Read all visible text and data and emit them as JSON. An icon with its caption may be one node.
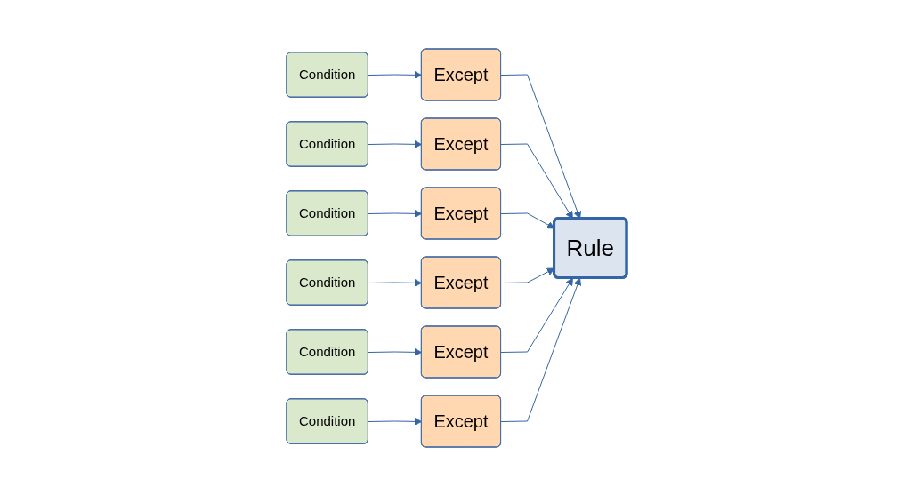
{
  "diagram": {
    "nodes": [
      {
        "text": [
          "Rule"
        ]
      },
      {
        "text": [
          "Except"
        ]
      },
      {
        "text": [
          "Condition"
        ]
      },
      {
        "text": [
          "Except"
        ]
      },
      {
        "text": [
          "Condition"
        ]
      },
      {
        "text": [
          "Except"
        ]
      },
      {
        "text": [
          "Condition"
        ]
      },
      {
        "text": [
          "Except"
        ]
      },
      {
        "text": [
          "Condition"
        ]
      },
      {
        "text": [
          "Except"
        ]
      },
      {
        "text": [
          "Condition"
        ]
      },
      {
        "text": [
          "Except"
        ]
      },
      {
        "text": [
          "Condition"
        ]
      }
    ],
    "edges": [
      {
        "from": 1,
        "to": 0,
        "arrow": "to"
      },
      {
        "from": 2,
        "to": 1,
        "arrow": "to"
      },
      {
        "from": 3,
        "to": 0,
        "arrow": "to"
      },
      {
        "from": 4,
        "to": 3,
        "arrow": "to"
      },
      {
        "from": 5,
        "to": 0,
        "arrow": "to"
      },
      {
        "from": 6,
        "to": 5,
        "arrow": "to"
      },
      {
        "from": 7,
        "to": 0,
        "arrow": "to"
      },
      {
        "from": 8,
        "to": 7,
        "arrow": "to"
      },
      {
        "from": 9,
        "to": 0,
        "arrow": "to"
      },
      {
        "from": 10,
        "to": 9,
        "arrow": "to"
      },
      {
        "from": 11,
        "to": 0,
        "arrow": "to"
      },
      {
        "from": 12,
        "to": 11,
        "arrow": "to"
      }
    ]
  }
}
